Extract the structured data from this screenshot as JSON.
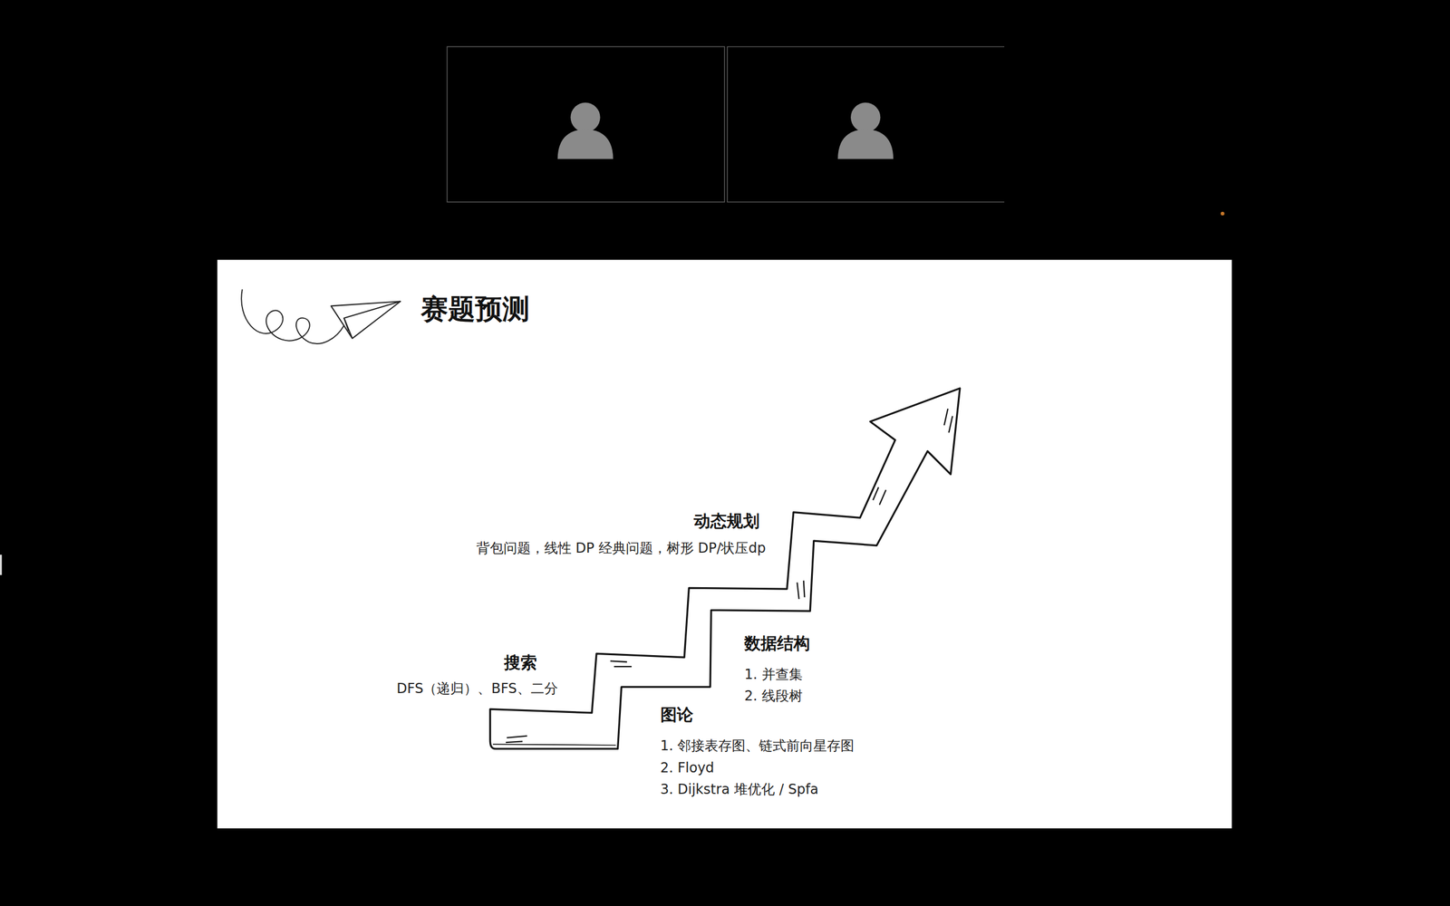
{
  "diagram": {
    "title": "赛题预测",
    "labels": [
      "动态规划",
      "背包问题，线性 DP 经典问题，树形 DP/状压dp",
      "数据结构",
      "1. 并查集",
      "2. 线段树",
      "搜索",
      "DFS（递归）、BFS、二分",
      "图论",
      "1. 邻接表存图、链式前向星存图",
      "2. Floyd",
      "3. Dijkstra 堆优化 / Spfa"
    ]
  }
}
